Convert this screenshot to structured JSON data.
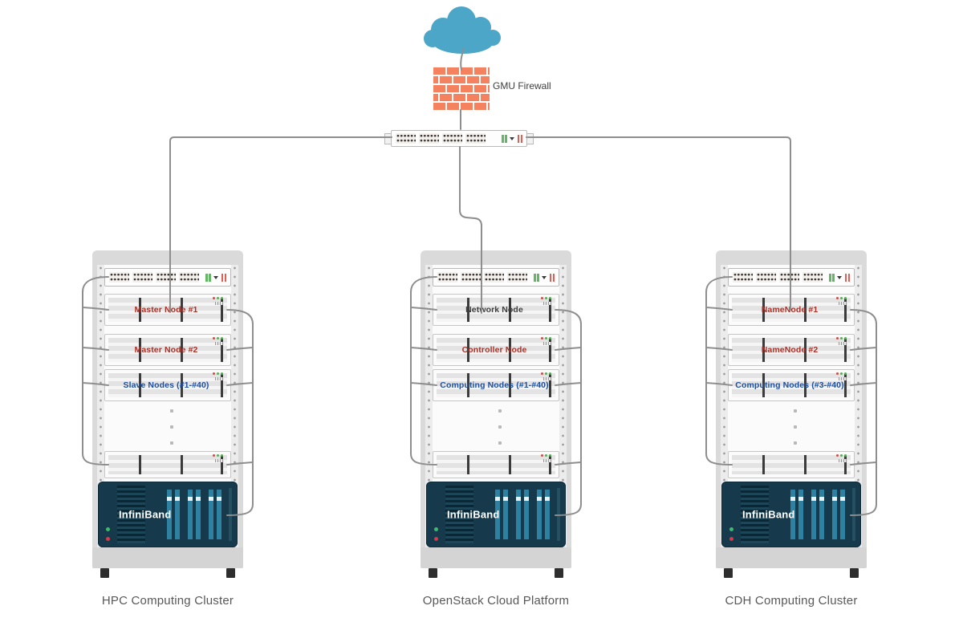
{
  "firewall": {
    "label": "GMU Firewall"
  },
  "colors": {
    "cloud": "#4BA6C8",
    "brick": "#F5825E",
    "cable": "#8E8E8E",
    "red_label": "#A93229",
    "blue_label": "#1D4E9E",
    "dark_label": "#3F3F3F",
    "infiniband_bg": "#16394B"
  },
  "racks": [
    {
      "id": "hpc",
      "caption": "HPC Computing Cluster",
      "infiniband": "InfiniBand",
      "nodes": [
        {
          "label": "Master Node #1",
          "color": "#A93229"
        },
        {
          "label": "Master Node #2",
          "color": "#A93229"
        },
        {
          "label": "Slave Nodes (#1-#40)",
          "color": "#1D4E9E"
        }
      ]
    },
    {
      "id": "openstack",
      "caption": "OpenStack Cloud Platform",
      "infiniband": "InfiniBand",
      "nodes": [
        {
          "label": "Network Node",
          "color": "#3F3F3F"
        },
        {
          "label": "Controller Node",
          "color": "#A93229"
        },
        {
          "label": "Computing Nodes (#1-#40)",
          "color": "#1D4E9E"
        }
      ]
    },
    {
      "id": "cdh",
      "caption": "CDH Computing Cluster",
      "infiniband": "InfiniBand",
      "nodes": [
        {
          "label": "NameNode #1",
          "color": "#A93229"
        },
        {
          "label": "NameNode #2",
          "color": "#A93229"
        },
        {
          "label": "Computing Nodes (#3-#40)",
          "color": "#1D4E9E"
        }
      ]
    }
  ]
}
